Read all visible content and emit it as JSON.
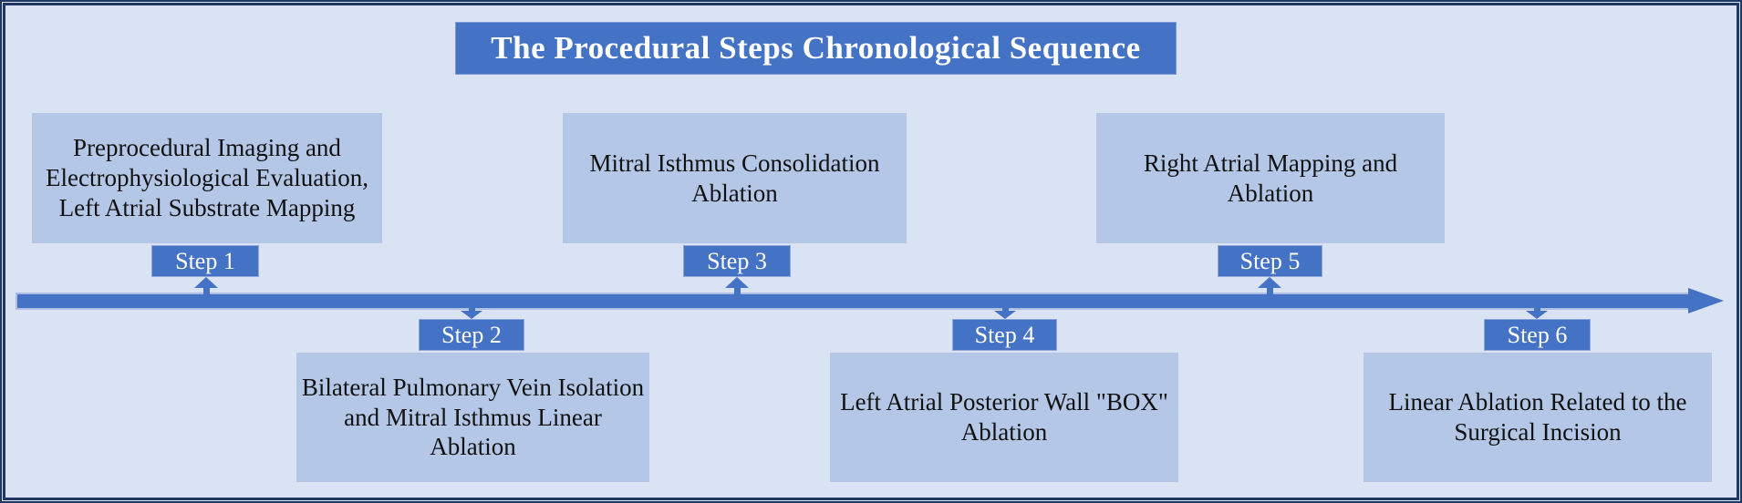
{
  "title": "The Procedural Steps Chronological Sequence",
  "colors": {
    "accent_blue": "#4472c4",
    "light_box_blue": "#b4c7e7",
    "background": "#dae3f3",
    "frame_border": "#203864",
    "title_text": "#ffffff",
    "box_text": "#111111"
  },
  "timeline": {
    "orientation": "horizontal",
    "direction": "left-to-right"
  },
  "steps": [
    {
      "label": "Step 1",
      "position": "above",
      "text": "Preprocedural Imaging and Electrophysiological Evaluation, Left Atrial Substrate Mapping"
    },
    {
      "label": "Step 2",
      "position": "below",
      "text": "Bilateral Pulmonary Vein Isolation and Mitral Isthmus Linear Ablation"
    },
    {
      "label": "Step 3",
      "position": "above",
      "text": "Mitral Isthmus Consolidation Ablation"
    },
    {
      "label": "Step 4",
      "position": "below",
      "text": "Left Atrial Posterior Wall \"BOX\" Ablation"
    },
    {
      "label": "Step 5",
      "position": "above",
      "text": "Right Atrial Mapping and Ablation"
    },
    {
      "label": "Step 6",
      "position": "below",
      "text": "Linear Ablation Related to the Surgical Incision"
    }
  ]
}
